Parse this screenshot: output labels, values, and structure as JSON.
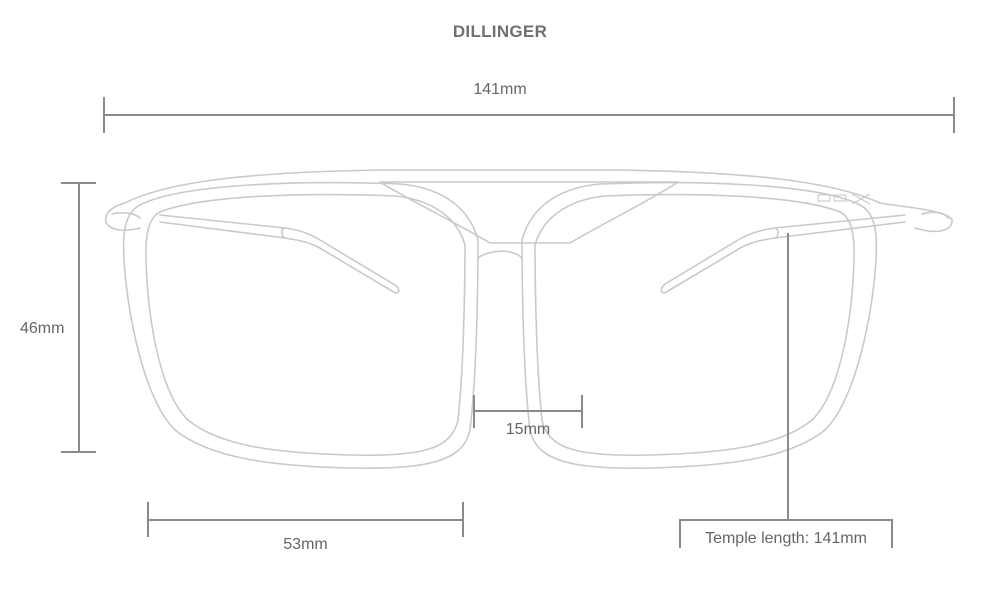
{
  "title": "DILLINGER",
  "measurements": {
    "overall_width": "141mm",
    "lens_height": "46mm",
    "bridge_width": "15mm",
    "lens_width": "53mm",
    "temple_length": "Temple length: 141mm"
  },
  "colors": {
    "dimension_line": "#8a8a8a",
    "frame_outline": "#c9c9c9",
    "text": "#666666"
  }
}
